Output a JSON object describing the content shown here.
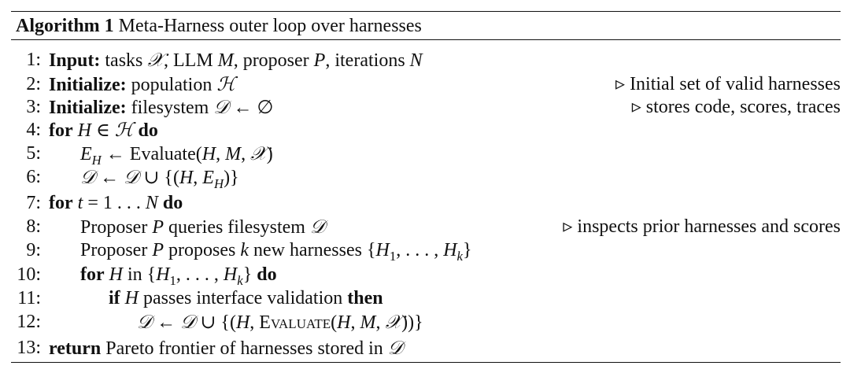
{
  "algorithm": {
    "label": "Algorithm 1",
    "title": "Meta-Harness outer loop over harnesses"
  },
  "lines": [
    {
      "num": "1:",
      "kw": "Input:",
      "text": "tasks 𝒳, LLM M, proposer P, iterations N",
      "comment": ""
    },
    {
      "num": "2:",
      "kw": "Initialize:",
      "text": "population ℋ",
      "comment": "▹ Initial set of valid harnesses"
    },
    {
      "num": "3:",
      "kw": "Initialize:",
      "text": "filesystem 𝒟 ← ∅",
      "comment": "▹ stores code, scores, traces"
    },
    {
      "num": "4:",
      "kw": "for",
      "text": "H ∈ ℋ",
      "kw2": "do",
      "comment": ""
    },
    {
      "num": "5:",
      "kw": "",
      "text": "E_H ← Evaluate(H, M, 𝒳)",
      "comment": ""
    },
    {
      "num": "6:",
      "kw": "",
      "text": "𝒟 ← 𝒟 ∪ {(H, E_H)}",
      "comment": ""
    },
    {
      "num": "7:",
      "kw": "for",
      "text": "t = 1 . . . N",
      "kw2": "do",
      "comment": ""
    },
    {
      "num": "8:",
      "kw": "",
      "text": "Proposer P queries filesystem 𝒟",
      "comment": "▹ inspects prior harnesses and scores"
    },
    {
      "num": "9:",
      "kw": "",
      "text": "Proposer P proposes k new harnesses {H1, . . . , Hk}",
      "comment": ""
    },
    {
      "num": "10:",
      "kw": "for",
      "text": "H in {H1, . . . , Hk}",
      "kw2": "do",
      "comment": ""
    },
    {
      "num": "11:",
      "kw": "if",
      "text": "H passes interface validation",
      "kw2": "then",
      "comment": ""
    },
    {
      "num": "12:",
      "kw": "",
      "text": "𝒟 ← 𝒟 ∪ {(H, Evaluate(H, M, 𝒳))}",
      "comment": ""
    },
    {
      "num": "13:",
      "kw": "return",
      "text": "Pareto frontier of harnesses stored in 𝒟",
      "comment": ""
    }
  ]
}
